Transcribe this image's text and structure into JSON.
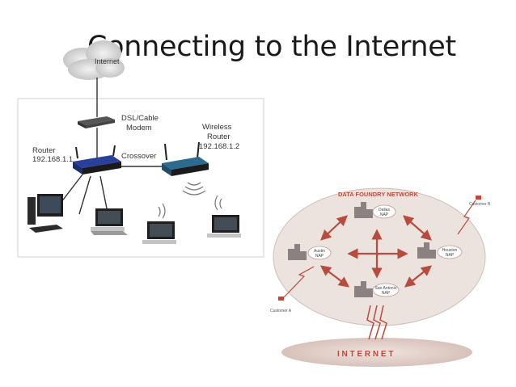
{
  "slide": {
    "title": "Connecting to the Internet"
  },
  "home_network": {
    "internet_label": "Internet",
    "modem_label_1": "DSL/Cable",
    "modem_label_2": "Modem",
    "router_label": "Router",
    "router_ip": "192.168.1.1",
    "crossover_label": "Crossover",
    "wireless_label_1": "Wireless",
    "wireless_label_2": "Router",
    "wireless_ip": "192.168.1.2"
  },
  "data_foundry": {
    "network_title": "DATA FOUNDRY NETWORK",
    "dallas_1": "Dallas",
    "dallas_2": "NAP",
    "austin_1": "Austin",
    "austin_2": "NAP",
    "houston_1": "Houston",
    "houston_2": "NAP",
    "sanantonio_1": "San Antonio",
    "sanantonio_2": "NAP",
    "customer_a": "Customer A",
    "customer_b": "Customer B",
    "internet_label": "I N T E R N E T"
  },
  "colors": {
    "arrow": "#b84a3e",
    "ellipse": "#ece3df",
    "router_blue": "#2a3f9a"
  }
}
